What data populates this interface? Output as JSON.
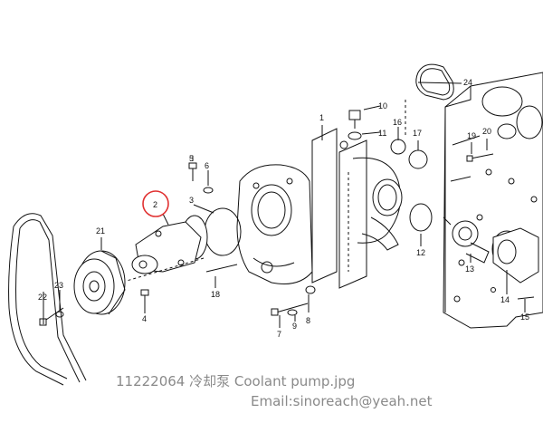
{
  "diagram": {
    "callouts": [
      "1",
      "2",
      "3",
      "4",
      "5",
      "6",
      "7",
      "8",
      "9",
      "10",
      "11",
      "12",
      "13",
      "14",
      "15",
      "16",
      "17",
      "18",
      "19",
      "20",
      "21",
      "22",
      "23",
      "24"
    ],
    "highlight_callout": "2",
    "highlight_color": "#e03030",
    "line_color": "#111111"
  },
  "caption": {
    "title": "11222064 冷却泵 Coolant pump.jpg",
    "email": "Email:sinoreach@yeah.net"
  }
}
